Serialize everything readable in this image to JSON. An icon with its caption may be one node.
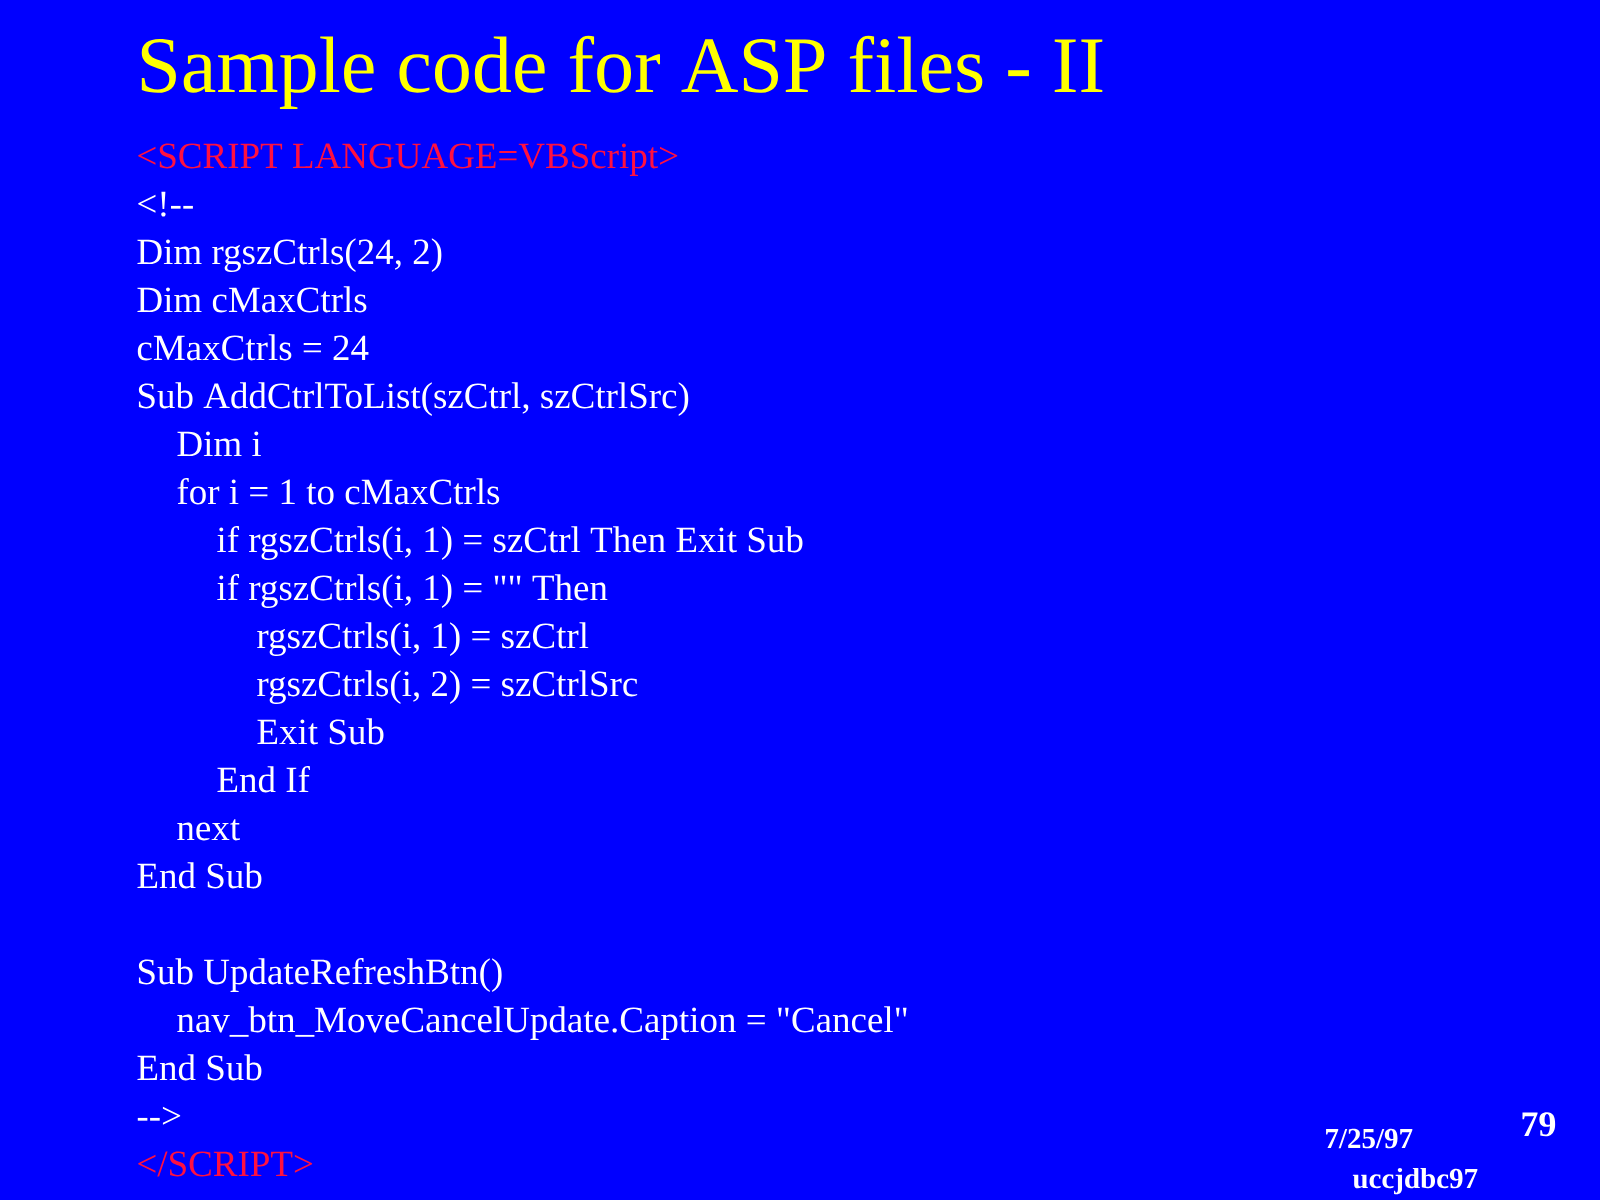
{
  "diagram": {
    "title": "Sample code for ASP files - II",
    "labels": [
      "<SCRIPT LANGUAGE=VBScript>",
      "<!--",
      "Dim rgszCtrls(24, 2)",
      "Dim cMaxCtrls",
      "cMaxCtrls = 24",
      "Sub AddCtrlToList(szCtrl, szCtrlSrc)",
      "Dim i",
      "for i = 1 to cMaxCtrls",
      "if rgszCtrls(i, 1) = szCtrl Then Exit Sub",
      "if rgszCtrls(i, 1) = \"\" Then",
      "rgszCtrls(i, 1) = szCtrl",
      "rgszCtrls(i, 2) = szCtrlSrc",
      "Exit Sub",
      "End If",
      "next",
      "End Sub",
      "Sub UpdateRefreshBtn()",
      "nav_btn_MoveCancelUpdate.Caption = \"Cancel\"",
      "End Sub",
      "-->",
      "</SCRIPT>",
      "7/25/97",
      "uccjdbc97",
      "79"
    ]
  }
}
